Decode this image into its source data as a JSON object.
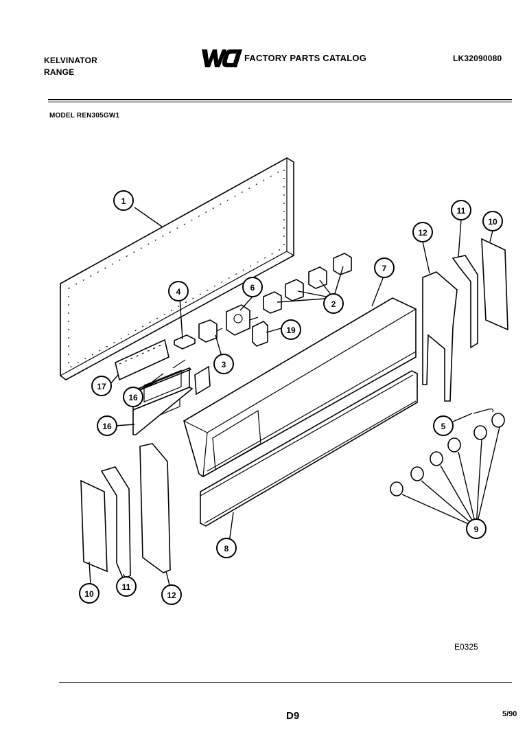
{
  "header": {
    "brand_line1": "KELVINATOR",
    "brand_line2": "RANGE",
    "logo_text": "WCI",
    "catalog_title": "FACTORY PARTS CATALOG",
    "catalog_number": "LK32090080"
  },
  "model_line": "MODEL REN305GW1",
  "diagram_code": "E0325",
  "footer": {
    "page": "D9",
    "date": "5/90"
  },
  "callouts": [
    "1",
    "2",
    "3",
    "4",
    "5",
    "6",
    "7",
    "8",
    "9",
    "10",
    "10",
    "11",
    "11",
    "12",
    "12",
    "16",
    "16",
    "17",
    "19"
  ]
}
